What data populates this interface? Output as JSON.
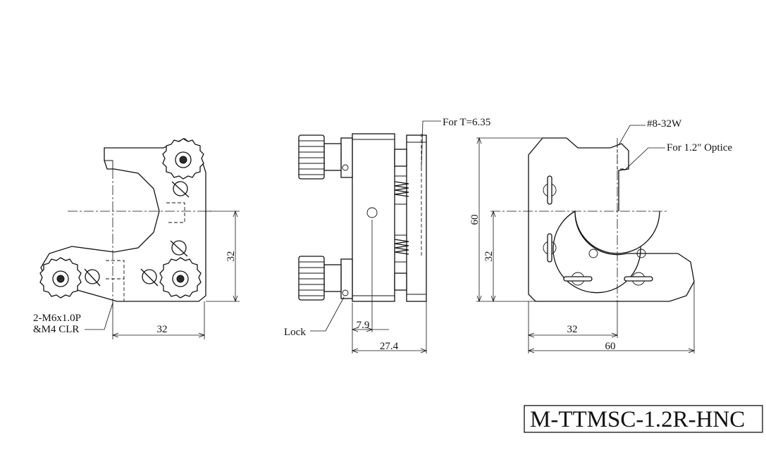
{
  "labels": {
    "screw_spec_line1": "2-M6x1.0P",
    "screw_spec_line2": "&M4 CLR",
    "lock": "Lock",
    "for_t": "For T=6.35",
    "thread": "#8-32W",
    "for_optic": "For 1.2\" Optice"
  },
  "dimensions": {
    "front_width": "32",
    "front_height": "32",
    "side_offset": "7.9",
    "side_depth": "27.4",
    "rear_height_total": "60",
    "rear_height_center": "32",
    "rear_width_center": "32",
    "rear_width_total": "60"
  },
  "title_block": {
    "model": "M-TTMSC-1.2R-HNC"
  },
  "colors": {
    "line": "#111111",
    "background": "#ffffff"
  }
}
